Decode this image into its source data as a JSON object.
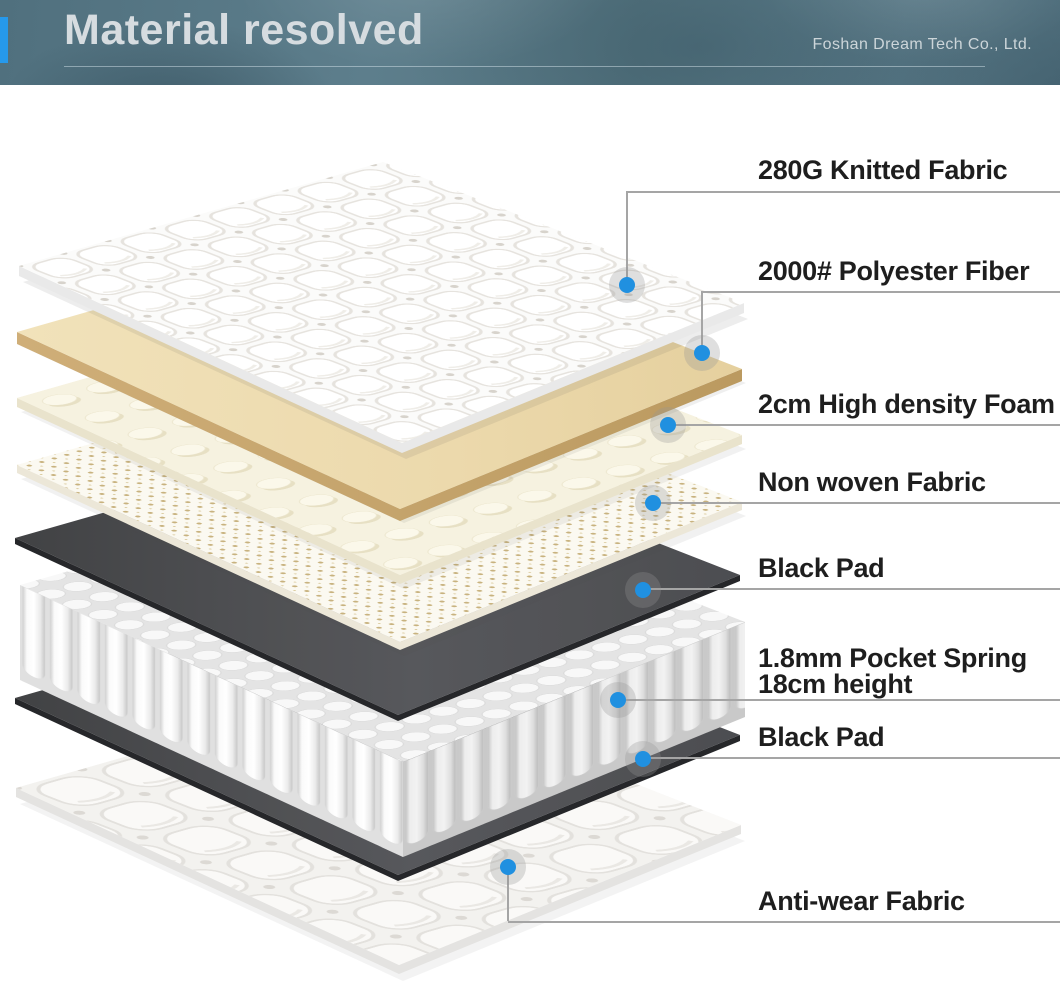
{
  "header": {
    "title": "Material resolved",
    "company": "Foshan Dream Tech Co., Ltd.",
    "accent_color": "#2699eb",
    "background_color": "#587886",
    "title_color": "#d6dce0"
  },
  "diagram": {
    "dot_color": "#2090e0",
    "leader_line_color": "#a5a5a5",
    "label_color": "#1e1e1e",
    "palette": {
      "knitted_fabric": "#fcfcfb",
      "polyester_fiber": "#ecd9ac",
      "high_density_foam": "#f6f2e1",
      "non_woven_fabric": "#fbf9f2",
      "black_pad": "#46474a",
      "pocket_spring": "#f2f2f2"
    },
    "callouts": [
      {
        "label": "280G Knitted Fabric"
      },
      {
        "label": "2000# Polyester Fiber"
      },
      {
        "label": "2cm High density Foam"
      },
      {
        "label": "Non woven Fabric"
      },
      {
        "label": "Black Pad"
      },
      {
        "label": "1.8mm Pocket Spring",
        "label2": "18cm height"
      },
      {
        "label": "Black Pad"
      },
      {
        "label": "Anti-wear Fabric"
      }
    ]
  }
}
